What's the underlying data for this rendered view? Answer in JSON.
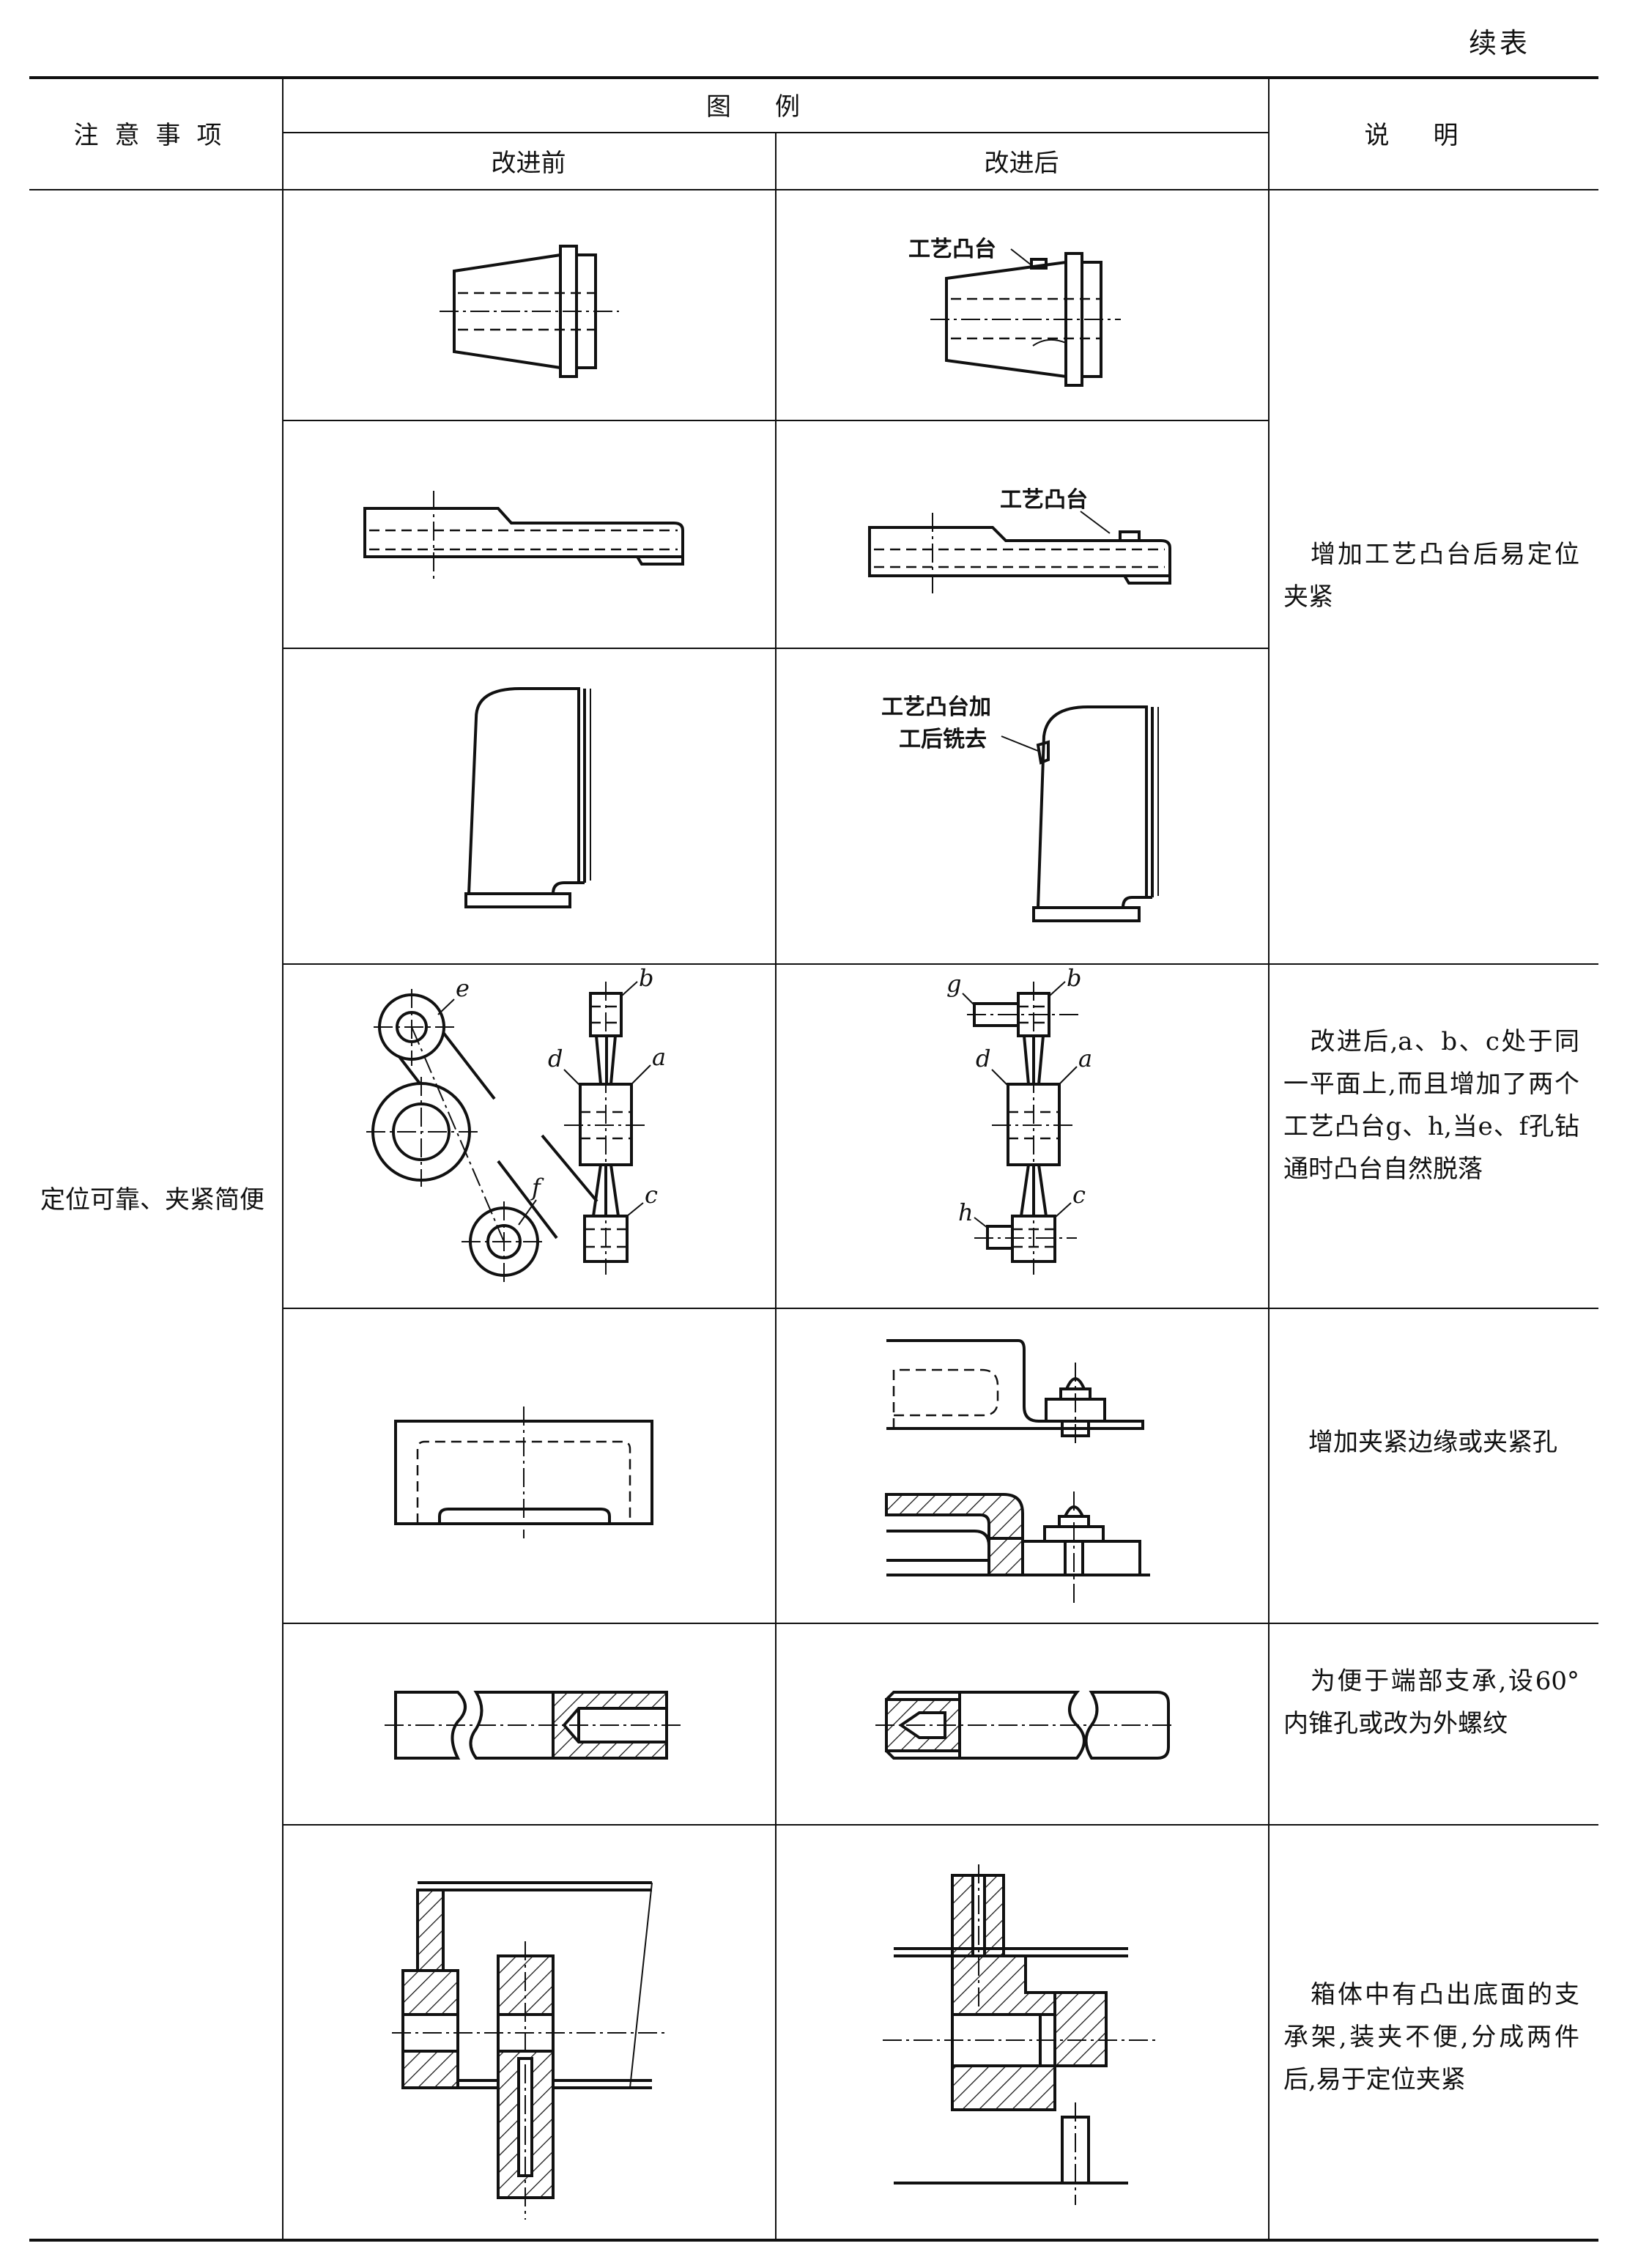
{
  "continuation": "续表",
  "header": {
    "col_notes": "注意事项",
    "col_figure": "图例",
    "col_before": "改进前",
    "col_after": "改进后",
    "col_explain": "说明"
  },
  "left_note": "定位可靠、夹紧简便",
  "explanations": {
    "boss": "增加工艺凸台后易定位夹紧",
    "plane": "改进后,a、b、c处于同一平面上,而且增加了两个工艺凸台g、h,当e、f孔钻通时凸台自然脱落",
    "edge": "增加夹紧边缘或夹紧孔",
    "cone": "为便于端部支承,设60°内锥孔或改为外螺纹",
    "box": "箱体中有凸出底面的支承架,装夹不便,分成两件后,易于定位夹紧"
  },
  "figure_labels": {
    "boss_1": "工艺凸台",
    "boss_2": "工艺凸台",
    "boss_3_line1": "工艺凸台加",
    "boss_3_line2": "工后铣去",
    "letters": [
      "a",
      "b",
      "c",
      "d",
      "e",
      "f",
      "g",
      "h"
    ]
  }
}
